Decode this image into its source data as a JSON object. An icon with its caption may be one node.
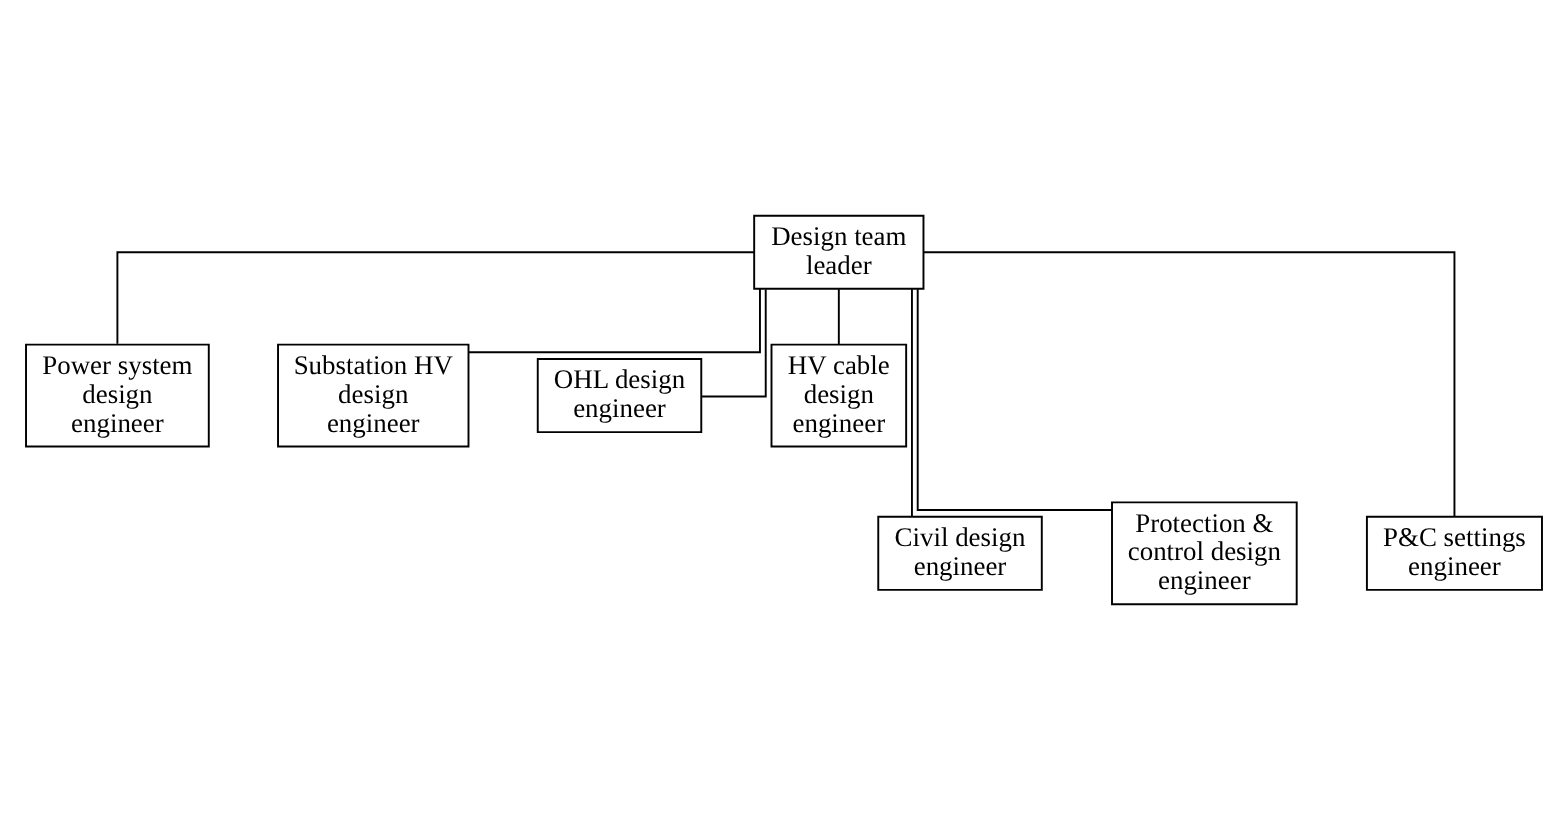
{
  "diagram": {
    "nodes": [
      {
        "text": [
          "Design team leader"
        ]
      },
      {
        "text": [
          "Power system design engineer"
        ]
      },
      {
        "text": [
          "Substation HV design engineer"
        ]
      },
      {
        "text": [
          "OHL design engineer"
        ]
      },
      {
        "text": [
          "HV cable design engineer"
        ]
      },
      {
        "text": [
          "Civil design engineer"
        ]
      },
      {
        "text": [
          "Protection & control design engineer"
        ]
      },
      {
        "text": [
          "P&C settings engineer"
        ]
      }
    ],
    "edges": [
      {
        "from": 0,
        "to": 1,
        "arrow": "none"
      },
      {
        "from": 0,
        "to": 2,
        "arrow": "none"
      },
      {
        "from": 0,
        "to": 3,
        "arrow": "none"
      },
      {
        "from": 0,
        "to": 4,
        "arrow": "none"
      },
      {
        "from": 0,
        "to": 5,
        "arrow": "none"
      },
      {
        "from": 0,
        "to": 6,
        "arrow": "none"
      },
      {
        "from": 0,
        "to": 7,
        "arrow": "none"
      }
    ]
  }
}
